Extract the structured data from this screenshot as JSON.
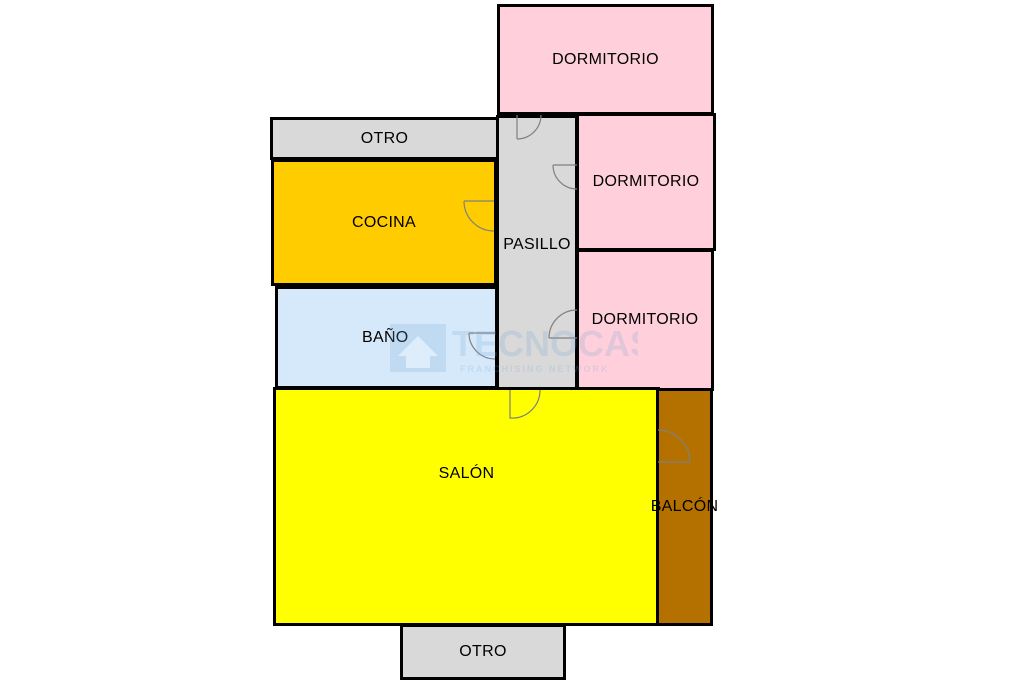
{
  "colors": {
    "dormitorio": "#ffd0dc",
    "otro": "#d9d9d9",
    "cocina": "#ffcc00",
    "pasillo": "#d9d9d9",
    "bano": "#d5e9fb",
    "salon": "#ffff00",
    "balcon": "#b47100",
    "wall": "#000000",
    "door_arc": "#808080"
  },
  "rooms": {
    "dormitorio_1": "DORMITORIO",
    "dormitorio_2": "DORMITORIO",
    "dormitorio_3": "DORMITORIO",
    "otro_top": "OTRO",
    "cocina": "COCINA",
    "pasillo": "PASILLO",
    "bano": "BAÑO",
    "salon": "SALÓN",
    "balcon": "BALCÓN",
    "otro_bottom": "OTRO"
  },
  "watermark": {
    "brand": "TECNOCASA",
    "tagline": "FRANCHISING NETWORK"
  }
}
